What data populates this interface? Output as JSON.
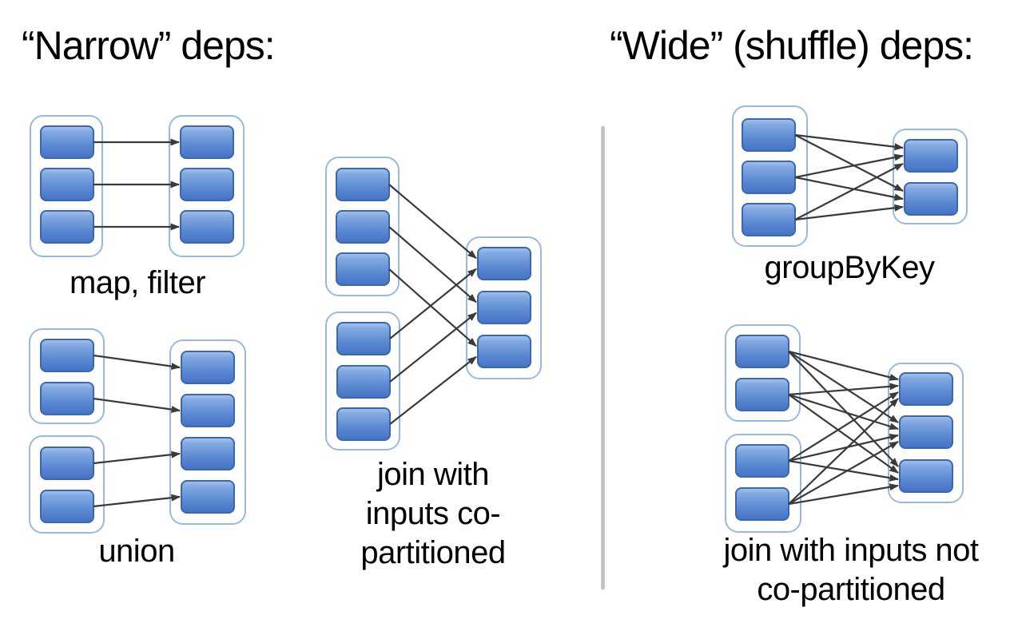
{
  "titles": {
    "narrow": "“Narrow” deps:",
    "wide": "“Wide” (shuffle) deps:"
  },
  "colors": {
    "background": "#ffffff",
    "text": "#000000",
    "partition_fill_top": "#a6c3ed",
    "partition_fill_upper": "#82a9e0",
    "partition_fill_lower": "#5c89d2",
    "partition_fill_bottom": "#4473c4",
    "partition_border": "#3a67b0",
    "rdd_border": "#95bbe2",
    "arrow": "#3a3a3a",
    "divider": "#b9b9b9"
  },
  "diagrams": [
    {
      "id": "map_filter",
      "label": "map, filter",
      "section": "narrow",
      "containers": [
        {
          "role": "input-rdd",
          "partitions": 3
        },
        {
          "role": "output-rdd",
          "partitions": 3
        }
      ],
      "edges": [
        [
          0,
          0
        ],
        [
          1,
          1
        ],
        [
          2,
          2
        ]
      ]
    },
    {
      "id": "union",
      "label": "union",
      "section": "narrow",
      "containers": [
        {
          "role": "input-rdd-1",
          "partitions": 2
        },
        {
          "role": "input-rdd-2",
          "partitions": 2
        },
        {
          "role": "output-rdd",
          "partitions": 4
        }
      ],
      "edges": [
        [
          0,
          0
        ],
        [
          1,
          1
        ],
        [
          2,
          2
        ],
        [
          3,
          3
        ]
      ]
    },
    {
      "id": "join_copartitioned",
      "label": "join with\ninputs co-\npartitioned",
      "section": "narrow",
      "containers": [
        {
          "role": "input-rdd-1",
          "partitions": 3
        },
        {
          "role": "input-rdd-2",
          "partitions": 3
        },
        {
          "role": "output-rdd",
          "partitions": 3
        }
      ],
      "edges": [
        [
          0,
          0
        ],
        [
          1,
          1
        ],
        [
          2,
          2
        ],
        [
          3,
          0
        ],
        [
          4,
          1
        ],
        [
          5,
          2
        ]
      ]
    },
    {
      "id": "groupbykey",
      "label": "groupByKey",
      "section": "wide",
      "containers": [
        {
          "role": "input-rdd",
          "partitions": 3
        },
        {
          "role": "output-rdd",
          "partitions": 2
        }
      ],
      "edges": [
        [
          0,
          0
        ],
        [
          0,
          1
        ],
        [
          1,
          0
        ],
        [
          1,
          1
        ],
        [
          2,
          0
        ],
        [
          2,
          1
        ]
      ]
    },
    {
      "id": "join_not_copartitioned",
      "label": "join with inputs not\nco-partitioned",
      "section": "wide",
      "containers": [
        {
          "role": "input-rdd-1",
          "partitions": 2
        },
        {
          "role": "input-rdd-2",
          "partitions": 2
        },
        {
          "role": "output-rdd",
          "partitions": 3
        }
      ],
      "edges": [
        [
          0,
          0
        ],
        [
          0,
          1
        ],
        [
          0,
          2
        ],
        [
          1,
          0
        ],
        [
          1,
          1
        ],
        [
          1,
          2
        ],
        [
          2,
          0
        ],
        [
          2,
          1
        ],
        [
          2,
          2
        ],
        [
          3,
          0
        ],
        [
          3,
          1
        ],
        [
          3,
          2
        ]
      ]
    }
  ]
}
